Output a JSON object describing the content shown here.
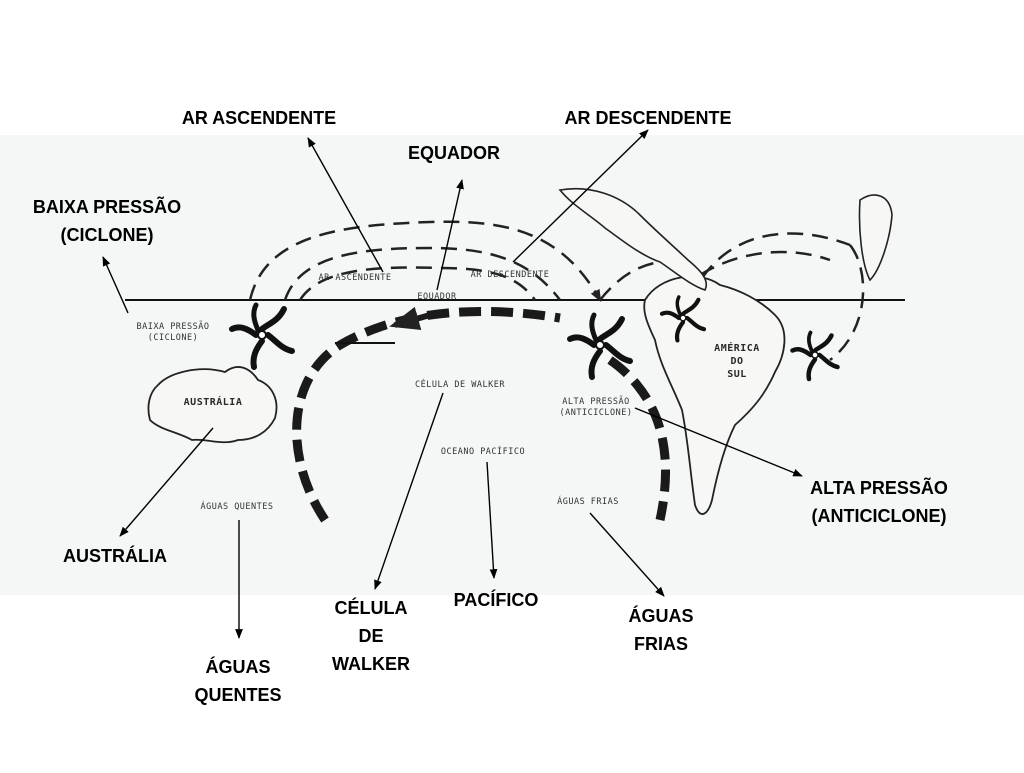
{
  "callouts": {
    "ar_ascendente": "AR ASCENDENTE",
    "ar_descendente": "AR DESCENDENTE",
    "equador": "EQUADOR",
    "baixa_pressao": [
      "BAIXA PRESSÃO",
      "(CICLONE)"
    ],
    "alta_pressao": [
      "ALTA PRESSÃO",
      "(ANTICICLONE)"
    ],
    "australia": "AUSTRÁLIA",
    "aguas_quentes": [
      "ÁGUAS",
      "QUENTES"
    ],
    "celula_walker": [
      "CÉLULA",
      "DE",
      "WALKER"
    ],
    "pacifico": "PACÍFICO",
    "aguas_frias": [
      "ÁGUAS",
      "FRIAS"
    ]
  },
  "diagram_labels": {
    "ar_ascendente": "AR ASCENDENTE",
    "ar_descendente": "AR DESCENDENTE",
    "equador": "EQUADOR",
    "baixa_pressao": [
      "BAIXA PRESSÃO",
      "(CICLONE)"
    ],
    "australia": "AUSTRÁLIA",
    "celula": "CÉLULA DE WALKER",
    "oceano": "OCEANO PACÍFICO",
    "alta_pressao": [
      "ALTA PRESSÃO",
      "(ANTICICLONE)"
    ],
    "america": [
      "AMÉRICA",
      "DO",
      "SUL"
    ],
    "aguas_quentes": "ÁGUAS QUENTES",
    "aguas_frias": "ÁGUAS FRIAS"
  },
  "colors": {
    "background": "#ffffff",
    "map_panel": "#f4f7f6",
    "ink": "#111111"
  }
}
